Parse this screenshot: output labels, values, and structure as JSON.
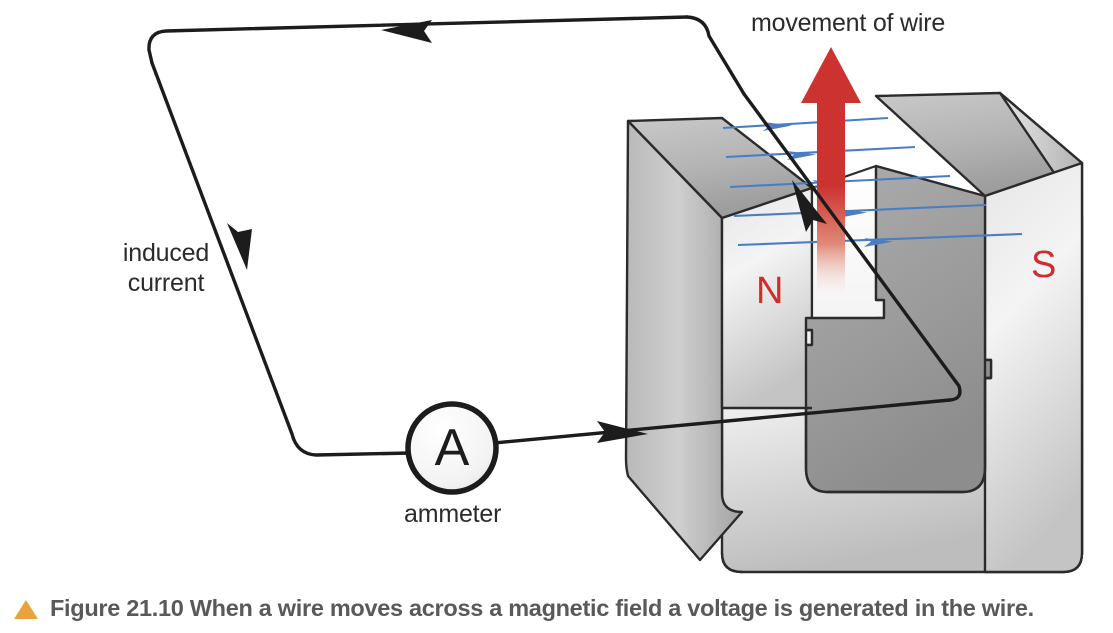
{
  "figure": {
    "labels": {
      "movement_of_wire": "movement of wire",
      "induced_current": "induced current",
      "ammeter": "ammeter",
      "ammeter_symbol": "A",
      "pole_north": "N",
      "pole_south": "S"
    },
    "caption": {
      "bullet_icon": "triangle-up-icon",
      "text": "Figure 21.10 When a wire moves across a magnetic field a voltage is generated in the wire."
    },
    "colors": {
      "background": "#ffffff",
      "wire": "#1c1c1c",
      "field_line": "#4a7ec4",
      "movement_arrow": "#cc3330",
      "pole_letter": "#cf2e2a",
      "magnet_light": "#f2f2f2",
      "magnet_mid": "#c8c8c8",
      "magnet_dark": "#9a9a9a",
      "caption_text": "#595959",
      "caption_bullet": "#e8a33d",
      "label_text": "#2b2b2b"
    },
    "field_lines": {
      "count": 5,
      "direction": "left-to-right",
      "description": "magnetic field from N pole to S pole"
    },
    "circuit": {
      "loop_shape": "wire loop passing through magnet gap",
      "current_arrows": [
        {
          "name": "top-wire-arrow",
          "direction": "left"
        },
        {
          "name": "left-wire-arrow",
          "direction": "down"
        },
        {
          "name": "bottom-wire-arrow",
          "direction": "right"
        },
        {
          "name": "gap-wire-arrow",
          "direction": "up-left"
        }
      ]
    }
  }
}
